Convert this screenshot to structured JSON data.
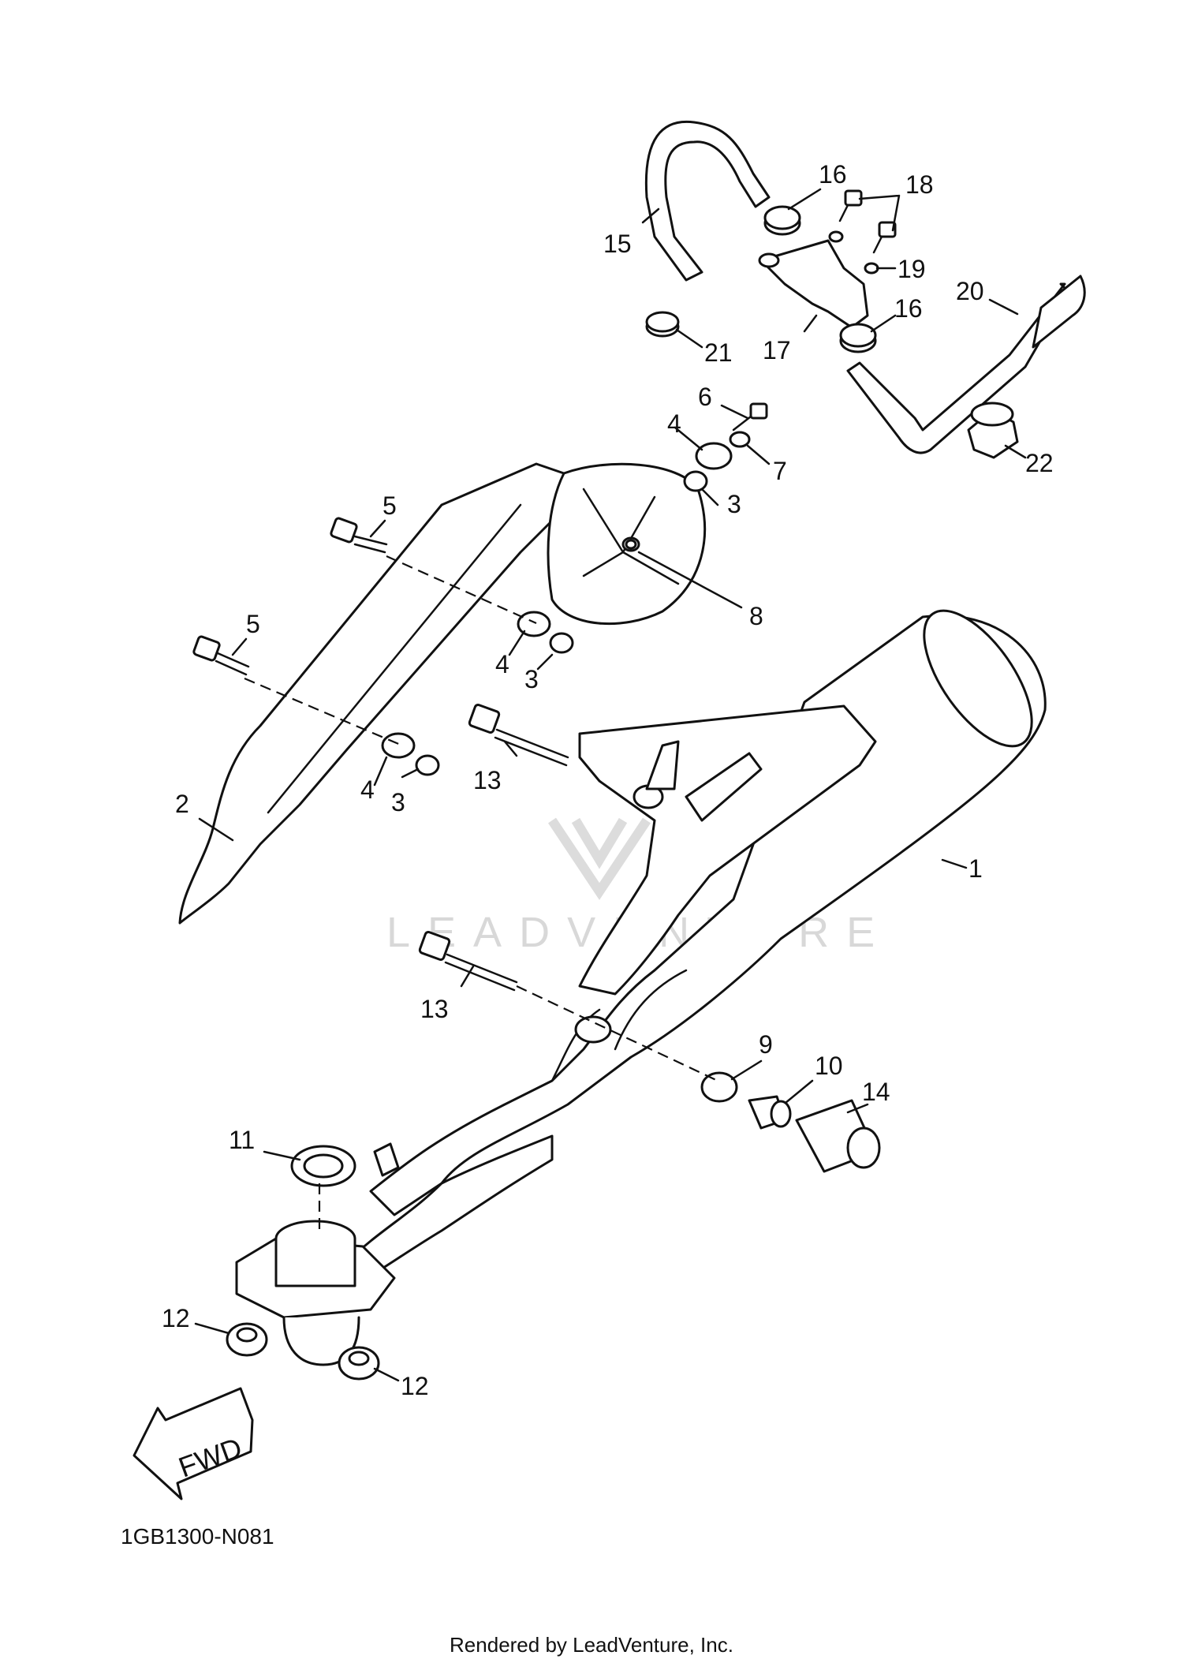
{
  "diagram_code": "1GB1300-N081",
  "watermark": "LEADVENTURE",
  "footer": "Rendered by LeadVenture, Inc.",
  "direction_label": "FWD",
  "callouts": {
    "c1": "1",
    "c2": "2",
    "c3a": "3",
    "c3b": "3",
    "c3c": "3",
    "c4a": "4",
    "c4b": "4",
    "c4c": "4",
    "c5a": "5",
    "c5b": "5",
    "c6": "6",
    "c7": "7",
    "c8": "8",
    "c9": "9",
    "c10": "10",
    "c11": "11",
    "c12a": "12",
    "c12b": "12",
    "c13a": "13",
    "c13b": "13",
    "c14": "14",
    "c15": "15",
    "c16a": "16",
    "c16b": "16",
    "c17": "17",
    "c18": "18",
    "c19": "19",
    "c20": "20",
    "c21": "21",
    "c22": "22"
  }
}
